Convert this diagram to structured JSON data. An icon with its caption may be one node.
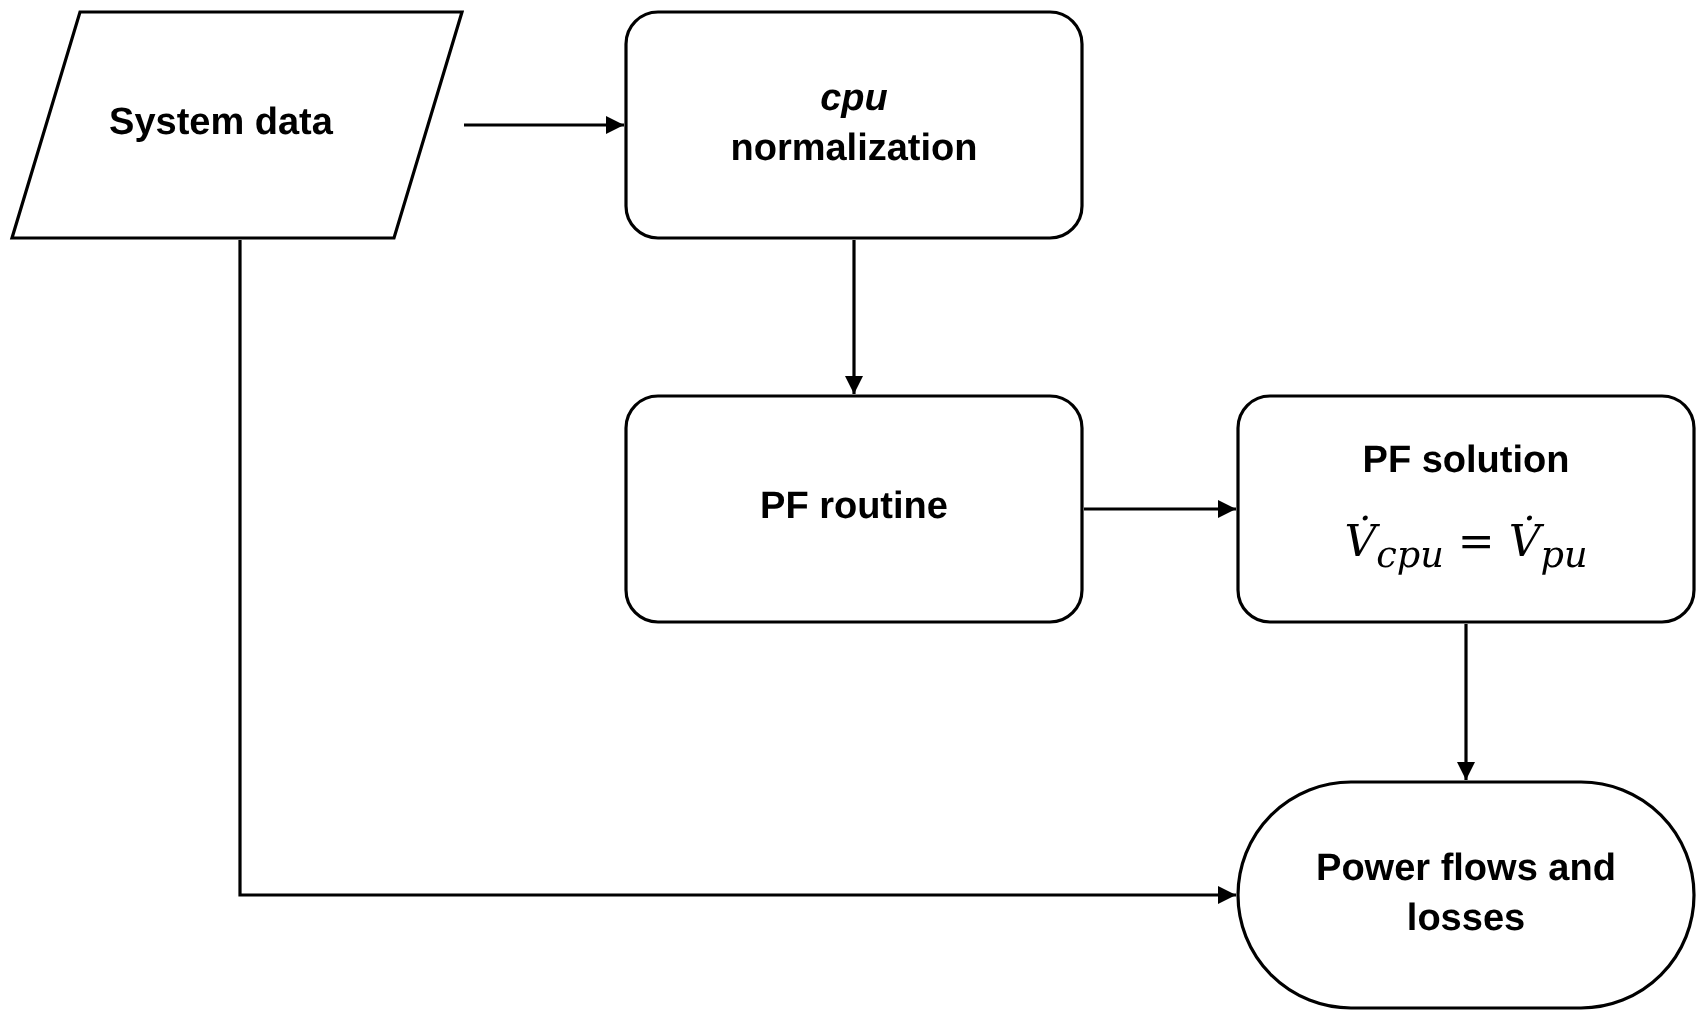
{
  "diagram": {
    "nodes": [
      {
        "text": [
          "System data"
        ]
      },
      {
        "text": [
          "*cpu* normalization"
        ]
      },
      {
        "text": [
          "PF routine"
        ]
      },
      {
        "text": [
          "PF solution",
          "V̇$_{cpu}$ = V̇$_{pu}$"
        ]
      },
      {
        "text": [
          "Power flows and losses"
        ]
      }
    ],
    "edges": [
      {
        "from": 0,
        "to": 1,
        "arrow": "to"
      },
      {
        "from": 1,
        "to": 2,
        "arrow": "to"
      },
      {
        "from": 2,
        "to": 3,
        "arrow": "to"
      },
      {
        "from": 3,
        "to": 4,
        "arrow": "to"
      },
      {
        "from": 0,
        "to": 4,
        "arrow": "to"
      }
    ]
  }
}
